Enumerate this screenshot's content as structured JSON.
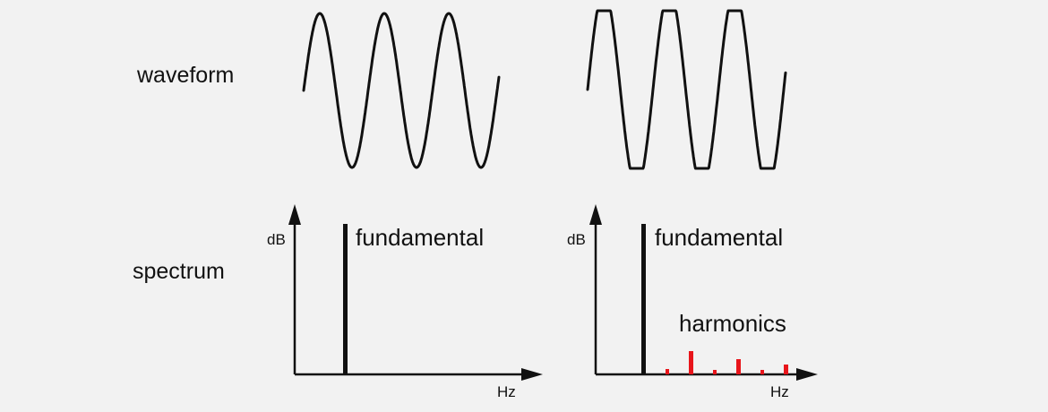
{
  "row_labels": {
    "waveform": "waveform",
    "spectrum": "spectrum"
  },
  "panels": {
    "left": {
      "y_axis_label": "dB",
      "x_axis_label": "Hz",
      "fundamental_label": "fundamental"
    },
    "right": {
      "y_axis_label": "dB",
      "x_axis_label": "Hz",
      "fundamental_label": "fundamental",
      "harmonics_label": "harmonics"
    }
  },
  "colors": {
    "background": "#f2f2f2",
    "line": "#111111",
    "harmonics": "#e8151b"
  },
  "icons": [
    "y-axis-arrow-icon",
    "x-axis-arrow-icon"
  ]
}
